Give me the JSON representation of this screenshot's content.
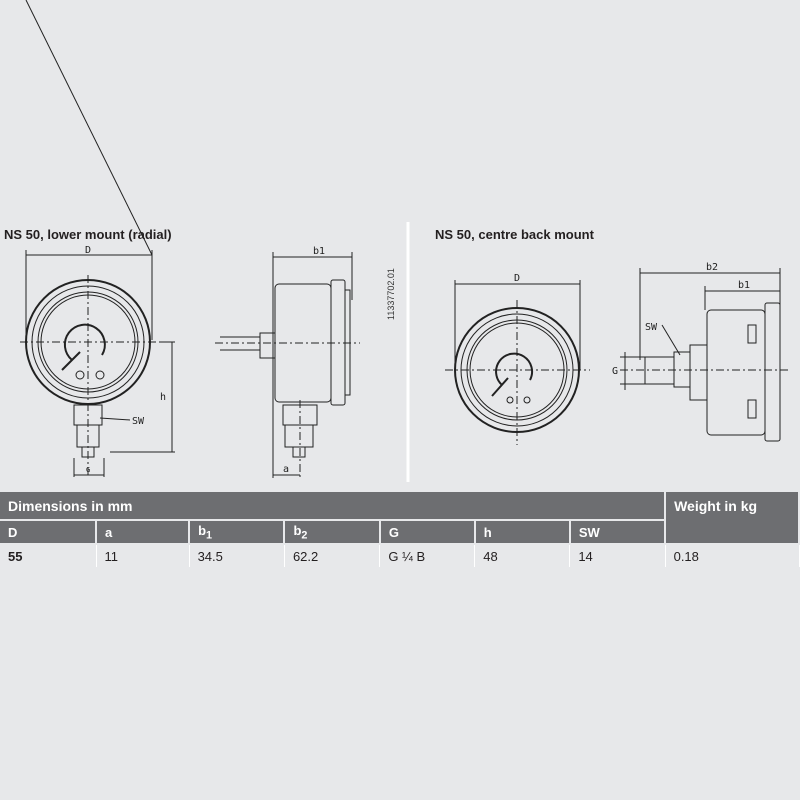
{
  "drawings": {
    "left": {
      "title": "NS 50, lower mount (radial)",
      "labels": {
        "D": "D",
        "b1": "b1",
        "h": "h",
        "sw": "SW",
        "g": "G",
        "a": "a"
      }
    },
    "right": {
      "title": "NS 50, centre back mount",
      "labels": {
        "D": "D",
        "b1": "b1",
        "b2": "b2",
        "sw": "SW",
        "g": "G"
      }
    },
    "drawing_code": "11337702.01"
  },
  "table": {
    "group_header": "Dimensions in mm",
    "weight_header": "Weight in kg",
    "columns": [
      {
        "main": "D",
        "sub": ""
      },
      {
        "main": "a",
        "sub": ""
      },
      {
        "main": "b",
        "sub": "1"
      },
      {
        "main": "b",
        "sub": "2"
      },
      {
        "main": "G",
        "sub": ""
      },
      {
        "main": "h",
        "sub": ""
      },
      {
        "main": "SW",
        "sub": ""
      }
    ],
    "values": [
      "55",
      "11",
      "34.5",
      "62.2",
      "G ¼ B",
      "48",
      "14"
    ],
    "weight": "0.18"
  }
}
